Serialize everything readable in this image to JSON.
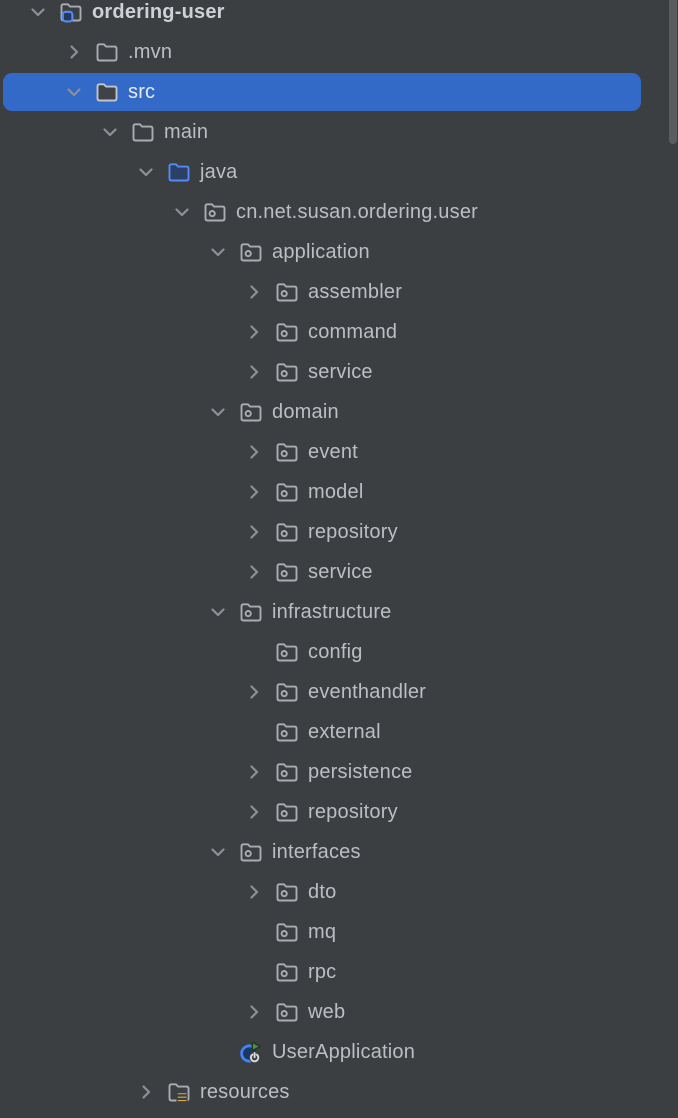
{
  "window": {
    "description": "IDE project tool window file tree",
    "selected_item": "src"
  },
  "colors": {
    "background": "#3C3F42",
    "selection": "#3369C7",
    "text": "#BCBEC4",
    "text_bold": "#CFD1D6",
    "text_selected": "#E8EAEE",
    "icon_gray": "#A9ACB2",
    "chevron_gray": "#8D9096",
    "accent_blue": "#548AF7",
    "source_folder_fill": "#2B4064",
    "project_badge_fill": "#273956",
    "selected_folder_fill": "#3F4347",
    "selected_folder_stroke": "#C2C5CA",
    "resources_yellow": "#D9A849",
    "run_green": "#4C8C44",
    "run_green_stroke": "#24381F",
    "run_circle_blue": "#4583F5",
    "run_circle_fill": "#1A3864",
    "power_white": "#D9DBDE",
    "scrollbar": "#5A5D60"
  },
  "tree": {
    "rows": [
      {
        "label": "ordering-user",
        "depth": 0,
        "chevron": "down",
        "icon": "project",
        "selected": false,
        "bold": true
      },
      {
        "label": ".mvn",
        "depth": 1,
        "chevron": "right",
        "icon": "folder",
        "selected": false,
        "bold": false
      },
      {
        "label": "src",
        "depth": 1,
        "chevron": "down",
        "icon": "folder-selected",
        "selected": true,
        "bold": false
      },
      {
        "label": "main",
        "depth": 2,
        "chevron": "down",
        "icon": "folder",
        "selected": false,
        "bold": false
      },
      {
        "label": "java",
        "depth": 3,
        "chevron": "down",
        "icon": "source-folder",
        "selected": false,
        "bold": false
      },
      {
        "label": "cn.net.susan.ordering.user",
        "depth": 4,
        "chevron": "down",
        "icon": "package",
        "selected": false,
        "bold": false
      },
      {
        "label": "application",
        "depth": 5,
        "chevron": "down",
        "icon": "package",
        "selected": false,
        "bold": false
      },
      {
        "label": "assembler",
        "depth": 6,
        "chevron": "right",
        "icon": "package",
        "selected": false,
        "bold": false
      },
      {
        "label": "command",
        "depth": 6,
        "chevron": "right",
        "icon": "package",
        "selected": false,
        "bold": false
      },
      {
        "label": "service",
        "depth": 6,
        "chevron": "right",
        "icon": "package",
        "selected": false,
        "bold": false
      },
      {
        "label": "domain",
        "depth": 5,
        "chevron": "down",
        "icon": "package",
        "selected": false,
        "bold": false
      },
      {
        "label": "event",
        "depth": 6,
        "chevron": "right",
        "icon": "package",
        "selected": false,
        "bold": false
      },
      {
        "label": "model",
        "depth": 6,
        "chevron": "right",
        "icon": "package",
        "selected": false,
        "bold": false
      },
      {
        "label": "repository",
        "depth": 6,
        "chevron": "right",
        "icon": "package",
        "selected": false,
        "bold": false
      },
      {
        "label": "service",
        "depth": 6,
        "chevron": "right",
        "icon": "package",
        "selected": false,
        "bold": false
      },
      {
        "label": "infrastructure",
        "depth": 5,
        "chevron": "down",
        "icon": "package",
        "selected": false,
        "bold": false
      },
      {
        "label": "config",
        "depth": 6,
        "chevron": "none",
        "icon": "package",
        "selected": false,
        "bold": false
      },
      {
        "label": "eventhandler",
        "depth": 6,
        "chevron": "right",
        "icon": "package",
        "selected": false,
        "bold": false
      },
      {
        "label": "external",
        "depth": 6,
        "chevron": "none",
        "icon": "package",
        "selected": false,
        "bold": false
      },
      {
        "label": "persistence",
        "depth": 6,
        "chevron": "right",
        "icon": "package",
        "selected": false,
        "bold": false
      },
      {
        "label": "repository",
        "depth": 6,
        "chevron": "right",
        "icon": "package",
        "selected": false,
        "bold": false
      },
      {
        "label": "interfaces",
        "depth": 5,
        "chevron": "down",
        "icon": "package",
        "selected": false,
        "bold": false
      },
      {
        "label": "dto",
        "depth": 6,
        "chevron": "right",
        "icon": "package",
        "selected": false,
        "bold": false
      },
      {
        "label": "mq",
        "depth": 6,
        "chevron": "none",
        "icon": "package",
        "selected": false,
        "bold": false
      },
      {
        "label": "rpc",
        "depth": 6,
        "chevron": "none",
        "icon": "package",
        "selected": false,
        "bold": false
      },
      {
        "label": "web",
        "depth": 6,
        "chevron": "right",
        "icon": "package",
        "selected": false,
        "bold": false
      },
      {
        "label": "UserApplication",
        "depth": 5,
        "chevron": "none",
        "icon": "run-application",
        "selected": false,
        "bold": false
      },
      {
        "label": "resources",
        "depth": 3,
        "chevron": "right",
        "icon": "resources-folder",
        "selected": false,
        "bold": false
      }
    ]
  }
}
